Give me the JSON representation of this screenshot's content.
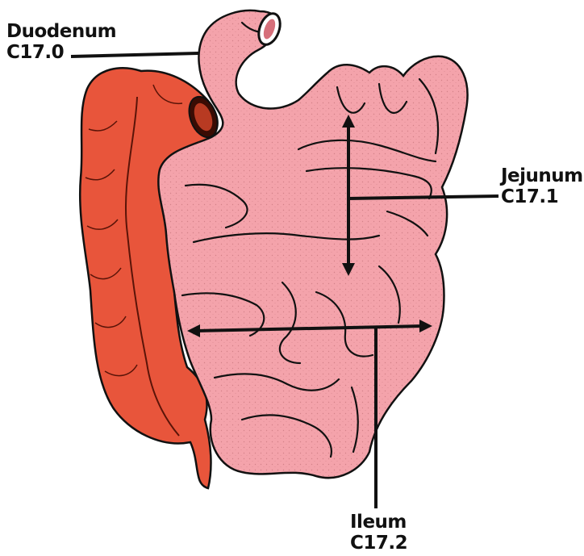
{
  "labels": {
    "duodenum": {
      "name": "Duodenum",
      "code": "C17.0"
    },
    "jejunum": {
      "name": "Jejunum",
      "code": "C17.1"
    },
    "ileum": {
      "name": "Ileum",
      "code": "C17.2"
    }
  },
  "colors": {
    "small_intestine": "#f4a3ab",
    "large_intestine": "#e8553b",
    "outline": "#111111",
    "background": "#ffffff"
  }
}
